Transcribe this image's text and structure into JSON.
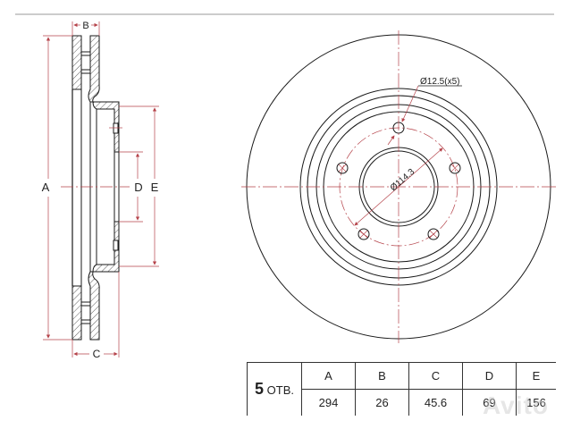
{
  "drawing": {
    "side_view": {
      "labels": {
        "A": "A",
        "B": "B",
        "C": "C",
        "D": "D",
        "E": "E"
      }
    },
    "front_view": {
      "bolt_hole_callout": "Ø12.5(x5)",
      "pcd_callout": "Ø114.3"
    },
    "colors": {
      "outline": "#1a1a1a",
      "centerline": "#b5434a",
      "dimension": "#b5434a",
      "hatch": "#333333",
      "frame_line": "#9a9a9a"
    }
  },
  "table": {
    "holes_count": "5",
    "holes_label": "ОТВ.",
    "headers": [
      "A",
      "B",
      "C",
      "D",
      "E"
    ],
    "values": [
      "294",
      "26",
      "45.6",
      "69",
      "156"
    ]
  },
  "watermark": "Avito"
}
